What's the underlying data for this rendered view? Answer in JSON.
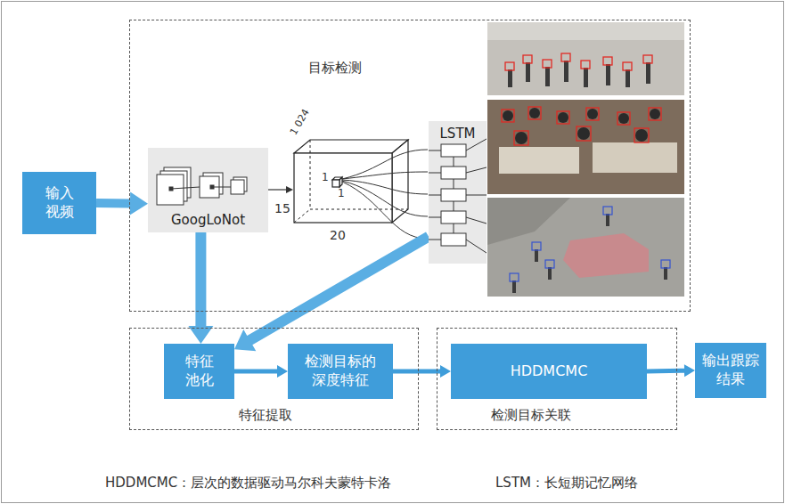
{
  "diagram": {
    "nodes": [
      {
        "text": [
          "目标检测"
        ]
      },
      {
        "text": [
          "输入视频"
        ]
      },
      {
        "text": [
          "GoogLoNot"
        ],
        "in": 0
      },
      {
        "text": [
          "LSTM"
        ],
        "in": 0
      },
      {
        "text": [
          "特征提取"
        ]
      },
      {
        "text": [
          "特征池化"
        ],
        "in": 4
      },
      {
        "text": [
          "检测目标的深度特征"
        ],
        "in": 4
      },
      {
        "text": [
          "检测目标关联"
        ]
      },
      {
        "text": [
          "HDDMCMC"
        ],
        "in": 7
      },
      {
        "text": [
          "输出跟踪结果"
        ]
      }
    ],
    "edges": [
      {
        "from": 1,
        "to": 2,
        "arrow": "to"
      },
      {
        "from": 2,
        "to": 5,
        "arrow": "to"
      },
      {
        "from": 3,
        "to": 5,
        "arrow": "to"
      },
      {
        "from": 5,
        "to": 6,
        "arrow": "to"
      },
      {
        "from": 6,
        "to": 8,
        "arrow": "to"
      },
      {
        "from": 8,
        "to": 9,
        "arrow": "to"
      }
    ],
    "labels": [
      "1 024",
      "15",
      "20",
      "1",
      "1",
      "HDDMCMC：层次的数据驱动马尔科夫蒙特卡洛",
      "LSTM：长短期记忆网络"
    ]
  }
}
